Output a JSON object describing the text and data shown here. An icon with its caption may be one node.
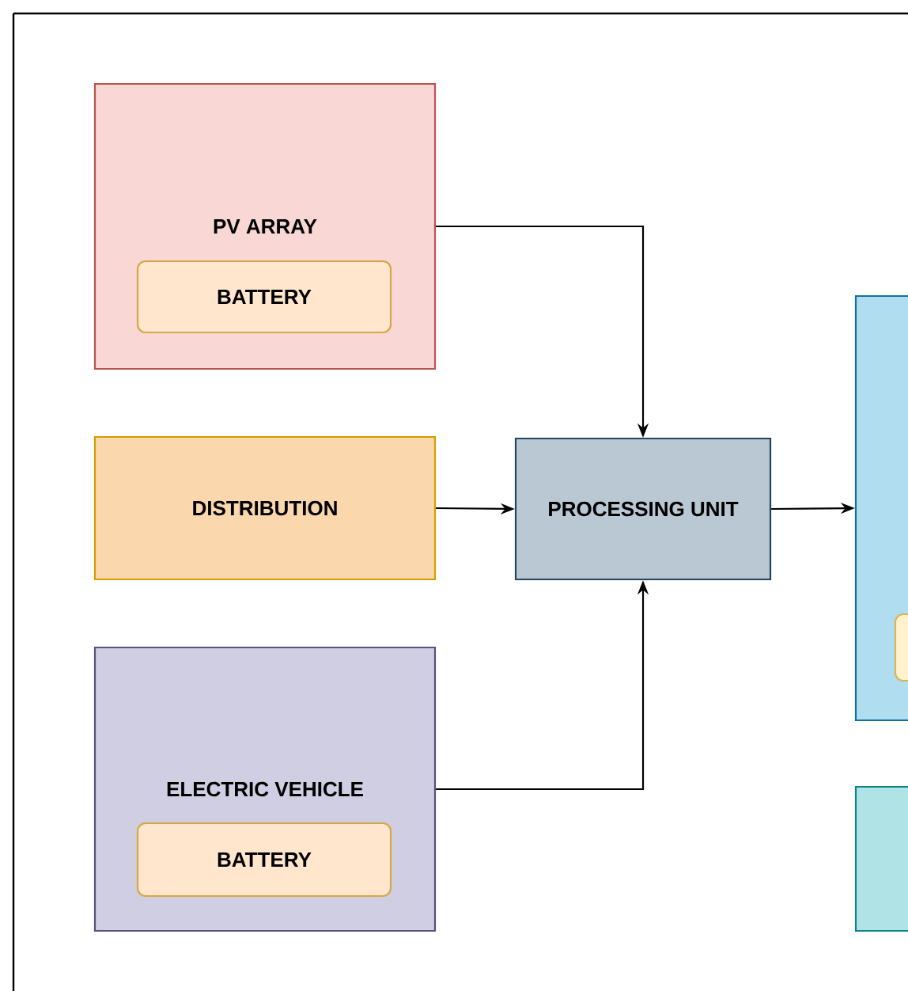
{
  "diagram": {
    "nodes": [
      {
        "text": [
          "PV ARRAY"
        ]
      },
      {
        "text": [
          "BATTERY"
        ],
        "in": 0
      },
      {
        "text": [
          "DISTRIBUTION"
        ]
      },
      {
        "text": [
          "ELECTRIC VEHICLE"
        ]
      },
      {
        "text": [
          "BATTERY"
        ],
        "in": 3
      },
      {
        "text": [
          "PROCESSING UNIT"
        ]
      },
      {
        "text": [],
        "shape": "box"
      },
      {
        "text": [],
        "shape": "box",
        "in": 6
      },
      {
        "text": [],
        "shape": "box"
      }
    ],
    "edges": [
      {
        "from": 0,
        "to": 5,
        "arrow": "to"
      },
      {
        "from": 2,
        "to": 5,
        "arrow": "to"
      },
      {
        "from": 3,
        "to": 5,
        "arrow": "to"
      },
      {
        "from": 5,
        "to": 6,
        "arrow": "to"
      }
    ]
  }
}
